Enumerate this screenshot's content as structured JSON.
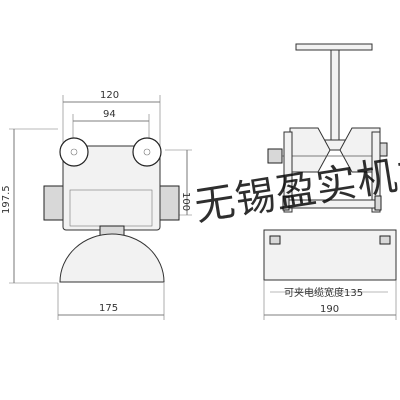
{
  "dimensions": {
    "top_width": "120",
    "inner_width": "94",
    "left_height": "197.5",
    "right_height": "100",
    "base_width": "175",
    "side_width": "190",
    "cable_width_label": "可夹电缆宽度135"
  },
  "watermark": "无锡盈实机械"
}
